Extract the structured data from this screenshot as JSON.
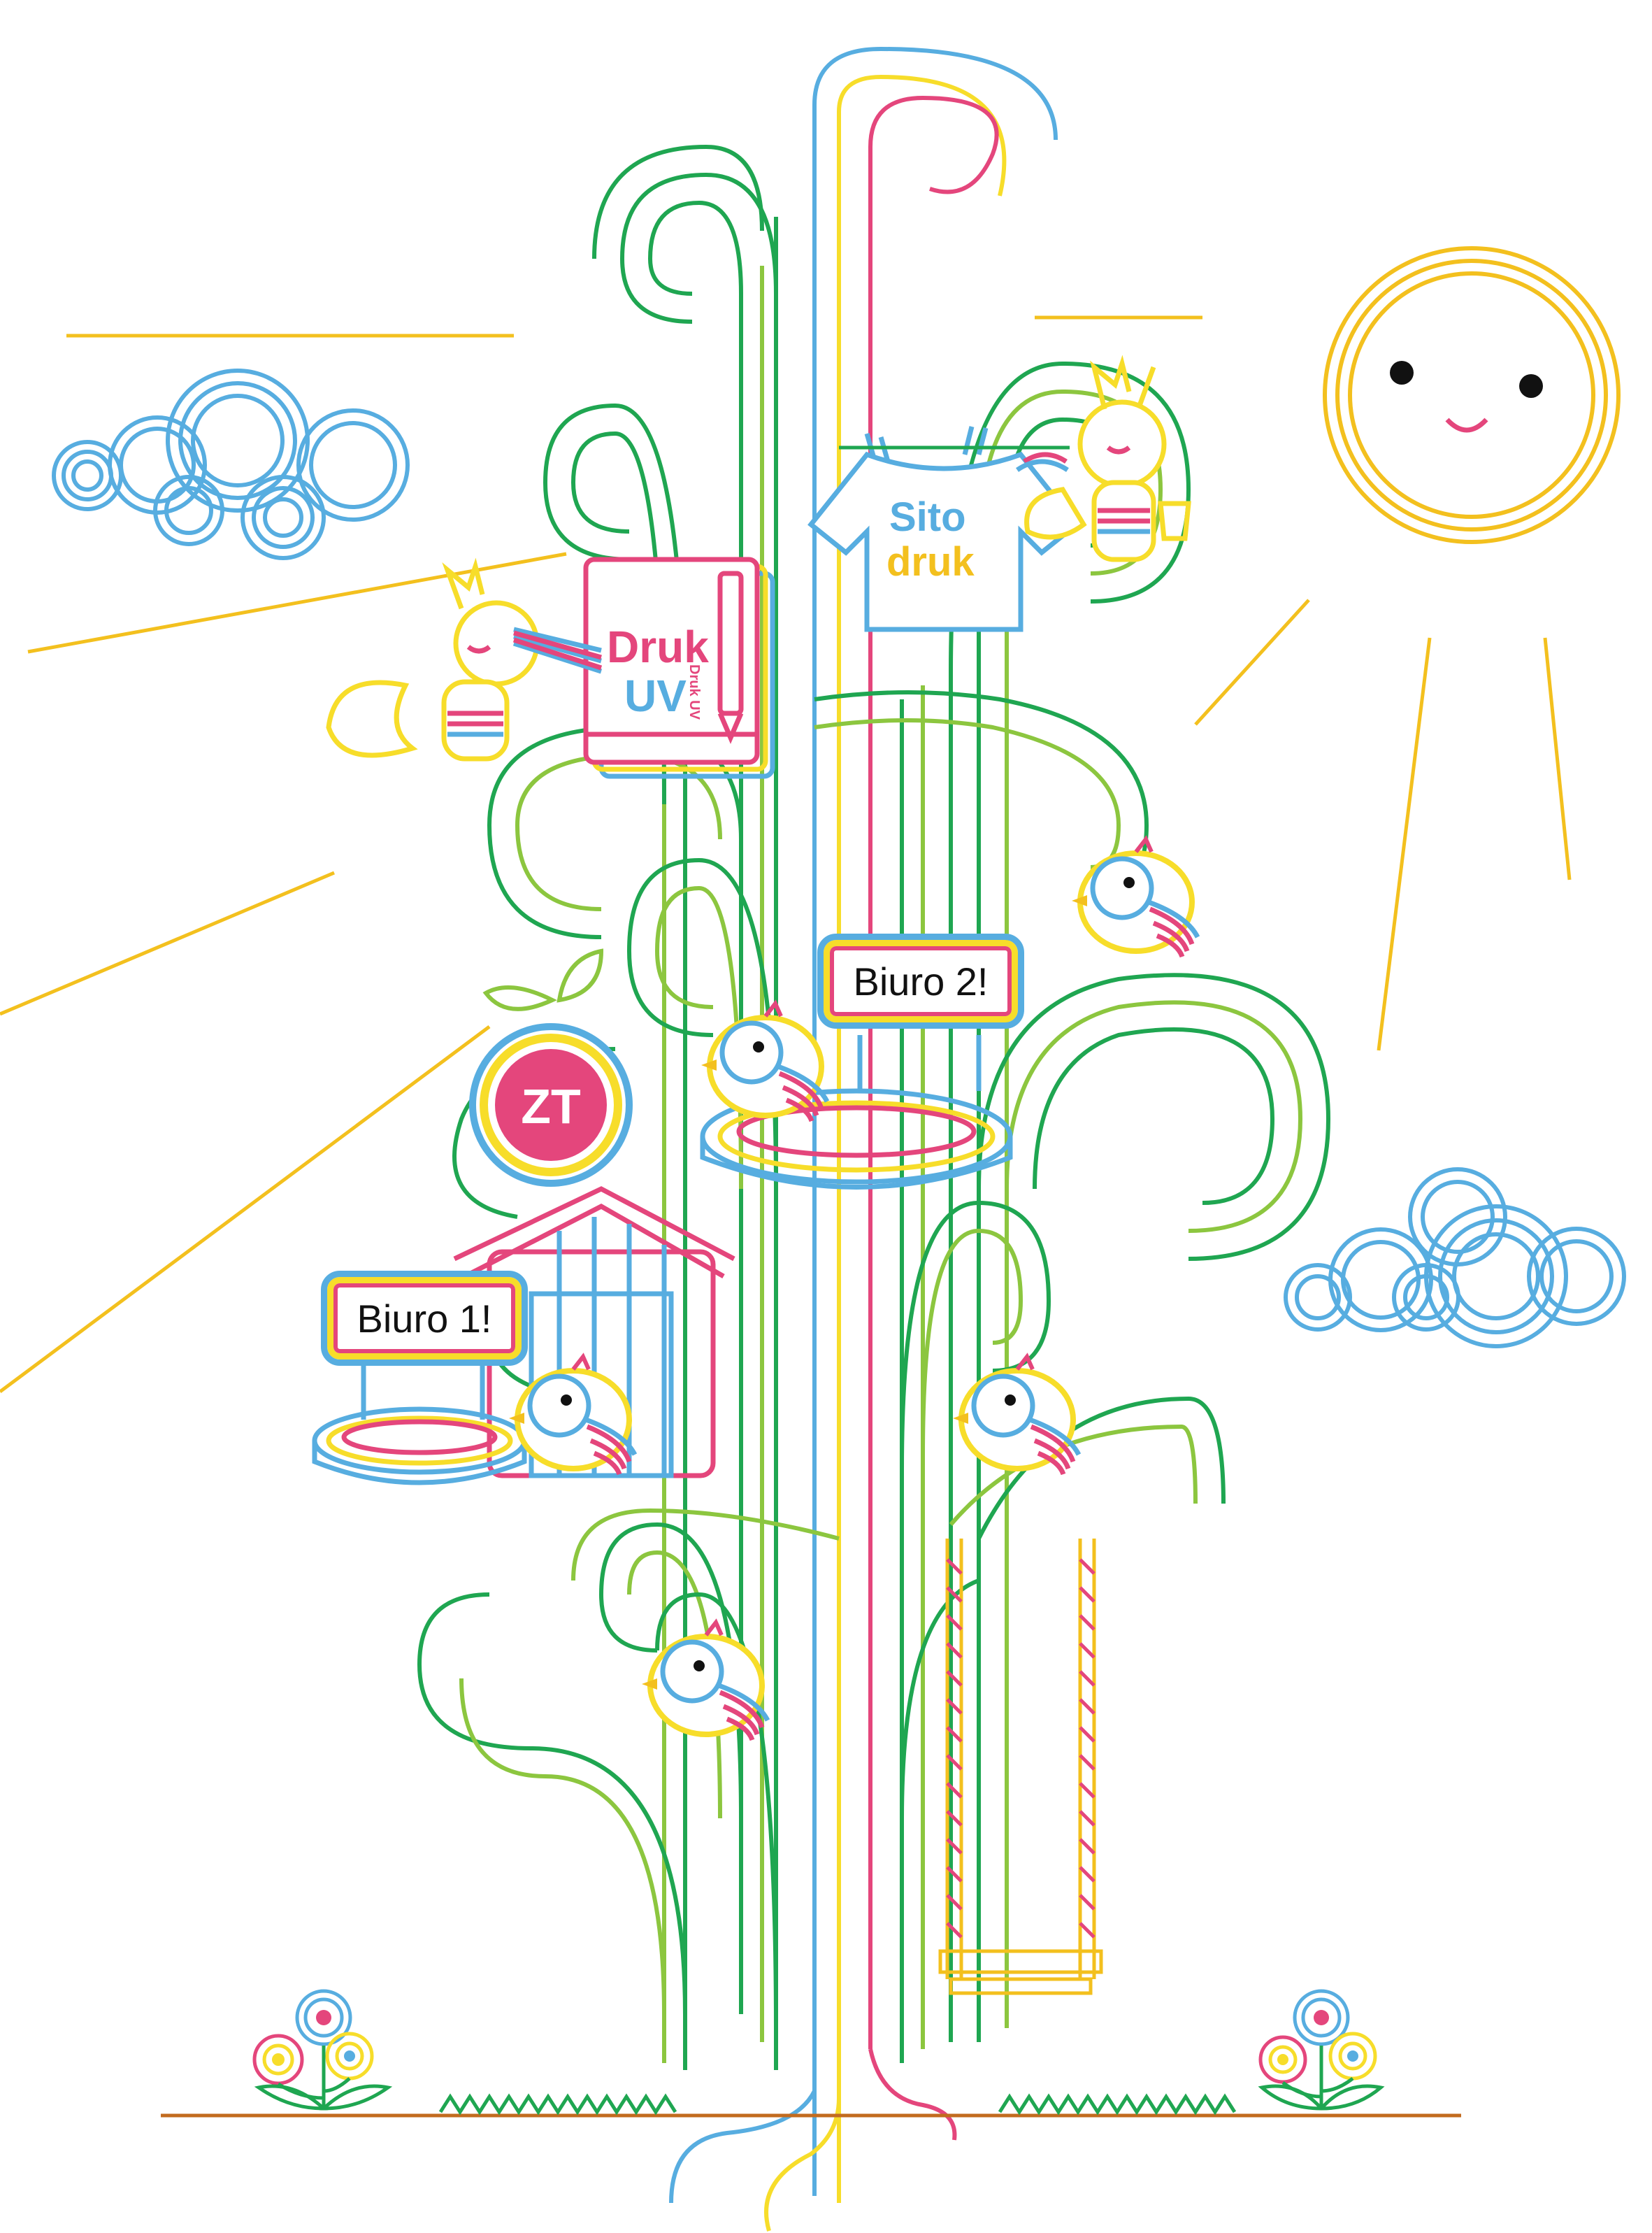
{
  "illustration": {
    "signs": {
      "office_one": "Biuro 1!",
      "office_two": "Biuro 2!"
    },
    "badge": "ZT",
    "book": {
      "line_one": "Druk",
      "line_two": "UV",
      "pen_text": "Druk UV"
    },
    "shirt": {
      "line_one": "Sito",
      "line_two": "druk"
    }
  },
  "colors": {
    "tree_green": "#1fa651",
    "tree_light_green": "#8cc63f",
    "yellow": "#f7dd2a",
    "blue": "#57ade0",
    "pink": "#e4467c",
    "sun": "#f3c01e",
    "ground": "#c26b1f"
  }
}
